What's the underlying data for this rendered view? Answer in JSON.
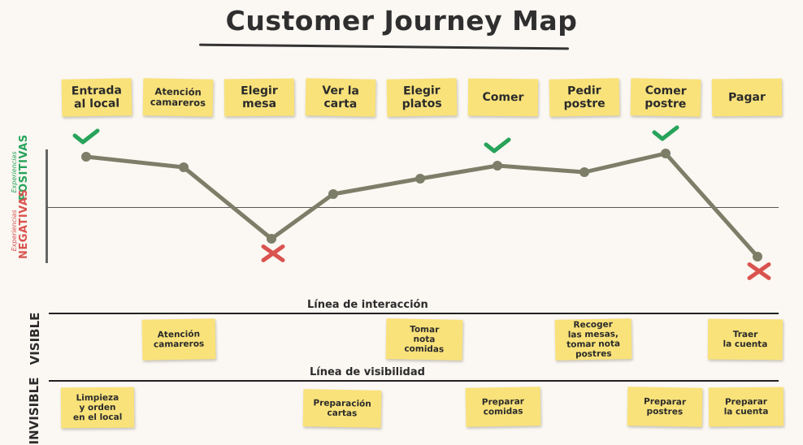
{
  "title": "Customer Journey Map",
  "steps": [
    {
      "label": "Entrada\nal local",
      "experience": "positive"
    },
    {
      "label": "Atención\ncamareros",
      "experience": "neutral"
    },
    {
      "label": "Elegir\nmesa",
      "experience": "negative"
    },
    {
      "label": "Ver la\ncarta",
      "experience": "neutral"
    },
    {
      "label": "Elegir\nplatos",
      "experience": "neutral"
    },
    {
      "label": "Comer",
      "experience": "positive"
    },
    {
      "label": "Pedir\npostre",
      "experience": "neutral"
    },
    {
      "label": "Comer\npostre",
      "experience": "positive"
    },
    {
      "label": "Pagar",
      "experience": "negative"
    }
  ],
  "axis": {
    "positive_small": "Experiencias",
    "positive_big": "POSITIVAS",
    "negative_small": "Experiencias",
    "negative_big": "NEGATIVAS",
    "positive_color": "#27a35a",
    "negative_color": "#d9534f"
  },
  "line_color": "#7d7e68",
  "interaction_line": "Línea de interacción",
  "visibility_line": "Línea de visibilidad",
  "visible_label": "VISIBLE",
  "invisible_label": "INVISIBLE",
  "visible_notes": [
    {
      "label": "Atención\ncamareros"
    },
    {
      "label": "Tomar\nnota\ncomidas"
    },
    {
      "label": "Recoger\nlas mesas,\ntomar nota\npostres"
    },
    {
      "label": "Traer\nla cuenta"
    }
  ],
  "invisible_notes": [
    {
      "label": "Limpieza\ny orden\nen el local"
    },
    {
      "label": "Preparación\ncartas"
    },
    {
      "label": "Preparar\ncomidas"
    },
    {
      "label": "Preparar\npostres"
    },
    {
      "label": "Preparar\nla cuenta"
    }
  ]
}
